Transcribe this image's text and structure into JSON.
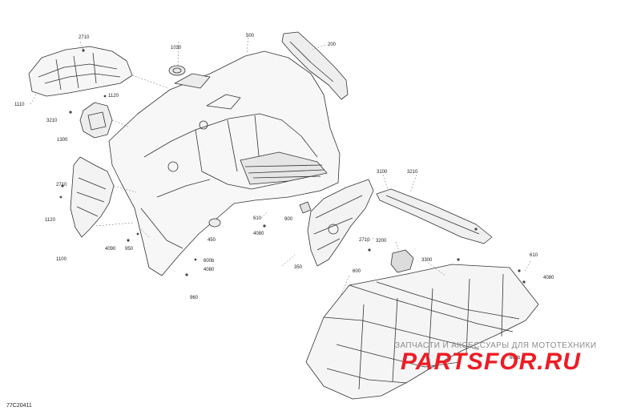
{
  "figure_ref": "77C20411",
  "watermark": {
    "tagline": "ЗАПЧАСТИ И АКСЕССУАРЫ ДЛЯ МОТОТЕХНИКИ",
    "brand": "PARTSFOR.RU"
  },
  "callouts": [
    {
      "id": "c2710a",
      "text": "2710"
    },
    {
      "id": "c1030",
      "text": "1030"
    },
    {
      "id": "c500",
      "text": "500"
    },
    {
      "id": "c200",
      "text": "200"
    },
    {
      "id": "c1110",
      "text": "1110"
    },
    {
      "id": "c1120a",
      "text": "1120"
    },
    {
      "id": "c3210a",
      "text": "3210"
    },
    {
      "id": "c1300",
      "text": "1300"
    },
    {
      "id": "c2710b",
      "text": "2710"
    },
    {
      "id": "c1120b",
      "text": "1120"
    },
    {
      "id": "c1100",
      "text": "1100"
    },
    {
      "id": "c4090",
      "text": "4090"
    },
    {
      "id": "c950",
      "text": "950"
    },
    {
      "id": "c610a",
      "text": "610"
    },
    {
      "id": "c4080a",
      "text": "4080"
    },
    {
      "id": "c900",
      "text": "900"
    },
    {
      "id": "c450",
      "text": "450"
    },
    {
      "id": "c600b",
      "text": "600b"
    },
    {
      "id": "c4080b",
      "text": "4080"
    },
    {
      "id": "c960",
      "text": "960"
    },
    {
      "id": "c350",
      "text": "350"
    },
    {
      "id": "c3100",
      "text": "3100"
    },
    {
      "id": "c3210b",
      "text": "3210"
    },
    {
      "id": "c2710c",
      "text": "2710"
    },
    {
      "id": "c3200",
      "text": "3200"
    },
    {
      "id": "c3300",
      "text": "3300"
    },
    {
      "id": "c600",
      "text": "600"
    },
    {
      "id": "c610b",
      "text": "610"
    },
    {
      "id": "c4080c",
      "text": "4080"
    },
    {
      "id": "c600b2",
      "text": "600b"
    }
  ]
}
